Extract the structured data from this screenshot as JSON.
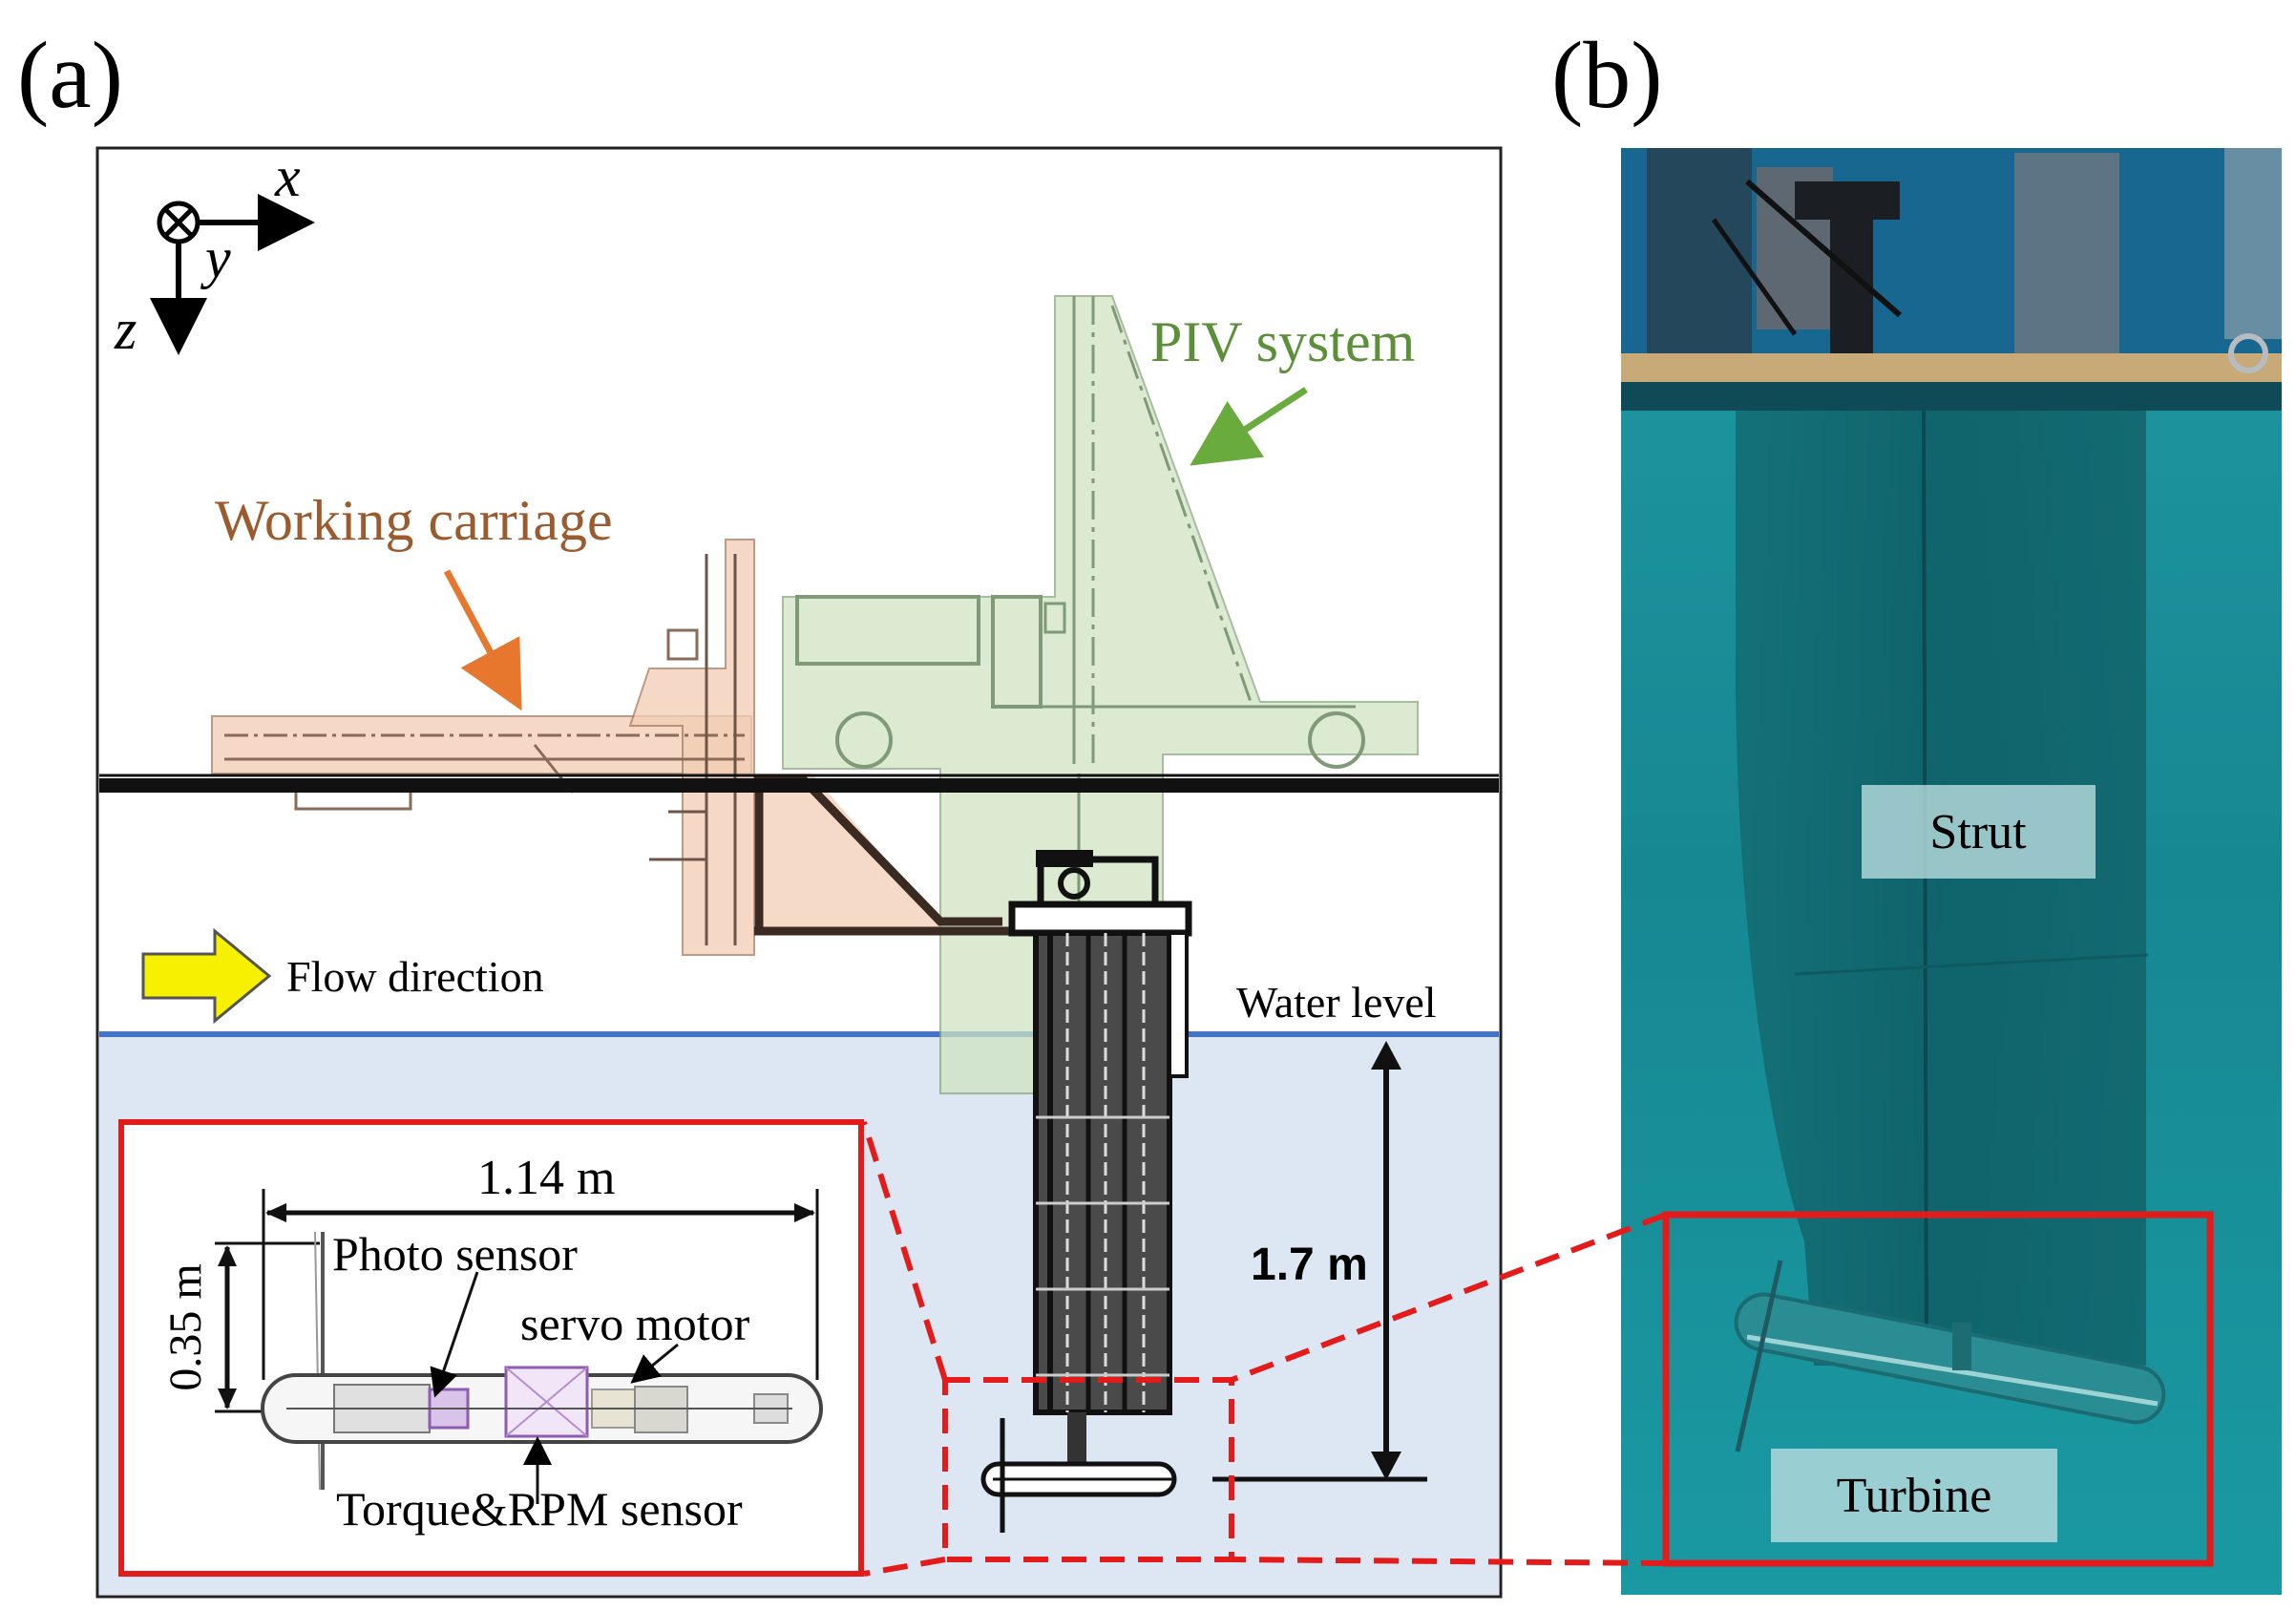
{
  "panel_a": {
    "label": "(a)",
    "axes": {
      "x": "x",
      "y": "y",
      "z": "z"
    },
    "labels": {
      "piv": "PIV system",
      "carriage": "Working carriage",
      "flow": "Flow direction",
      "water_level": "Water level",
      "depth": "1.7 m"
    },
    "inset": {
      "length": "1.14 m",
      "diameter": "0.35 m",
      "photo_sensor": "Photo sensor",
      "servo_motor": "servo motor",
      "torque_sensor": "Torque&RPM sensor"
    }
  },
  "panel_b": {
    "label": "(b)",
    "labels": {
      "strut": "Strut",
      "turbine": "Turbine"
    }
  },
  "colors": {
    "piv": "#5b8f3a",
    "carriage": "#9b5b2e",
    "highlight": "#e31b1b",
    "water_line": "#4472c4",
    "water_fill": "#dde7f3",
    "flow_arrow": "#f7f000",
    "photo_bg": "#1a8a92"
  }
}
